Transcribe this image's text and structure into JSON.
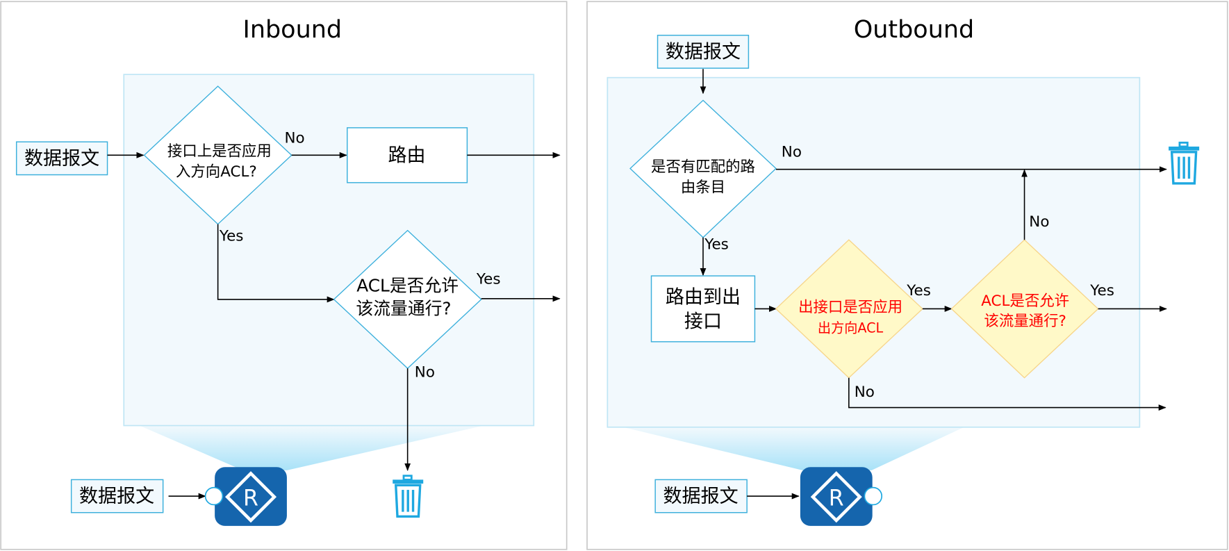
{
  "inbound": {
    "title": "Inbound",
    "packet_top": "数据报文",
    "decision_acl_applied": [
      "接口上是否应用",
      "入方向ACL?"
    ],
    "routing_box": "路由",
    "decision_acl_permit": [
      "ACL是否允许",
      "该流量通行?"
    ],
    "label_no_1": "No",
    "label_yes_1": "Yes",
    "label_yes_2": "Yes",
    "label_no_2": "No",
    "packet_bottom": "数据报文",
    "router_letter": "R"
  },
  "outbound": {
    "title": "Outbound",
    "packet_top": "数据报文",
    "decision_route_match": [
      "是否有匹配的路",
      "由条目"
    ],
    "route_to_out_iface": [
      "路由到出",
      "接口"
    ],
    "decision_acl_applied": [
      "出接口是否应用",
      "出方向ACL"
    ],
    "decision_acl_permit": [
      "ACL是否允许",
      "该流量通行?"
    ],
    "label_no_route": "No",
    "label_yes_route": "Yes",
    "label_yes_applied": "Yes",
    "label_no_applied": "No",
    "label_yes_permit": "Yes",
    "label_no_permit": "No",
    "packet_bottom": "数据报文",
    "router_letter": "R"
  },
  "colors": {
    "accent_border": "#3cb0dc",
    "zone_fill": "#f2f9fd",
    "router_blue": "#1565ad",
    "trash_blue": "#1ea8e0",
    "highlight_fill": "#fff9c8",
    "highlight_text": "#ff0000"
  }
}
